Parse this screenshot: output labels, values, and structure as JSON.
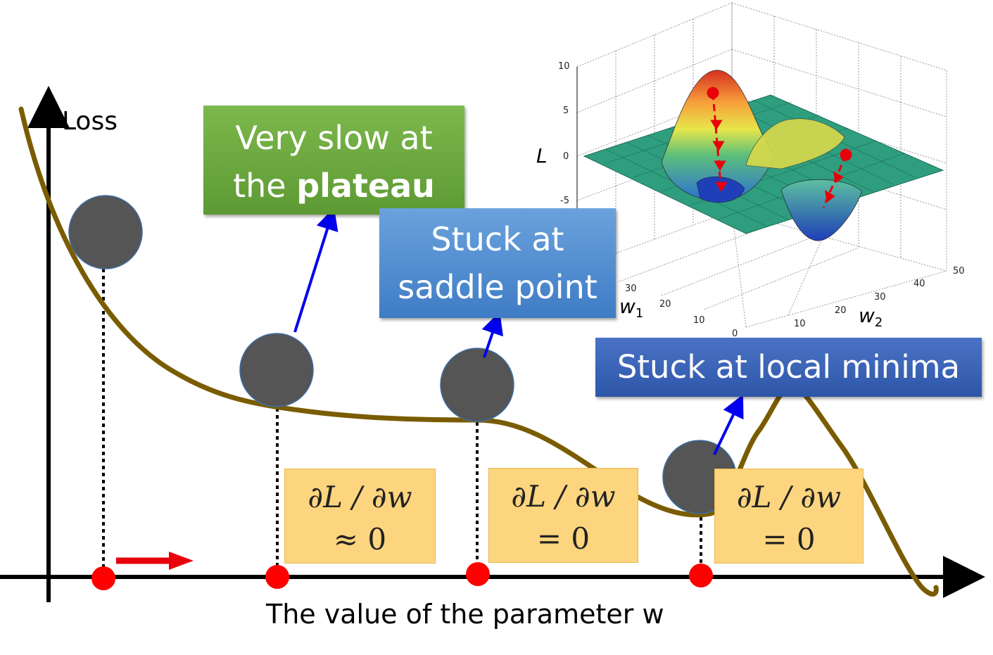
{
  "axes": {
    "y_label": "Loss",
    "x_label": "The value of the parameter w"
  },
  "callouts": {
    "plateau_line1": "Very slow at",
    "plateau_line2_prefix": "the ",
    "plateau_line2_bold": "plateau",
    "saddle_line1": "Stuck at",
    "saddle_line2": "saddle point",
    "local_min": "Stuck at local minima"
  },
  "derivatives": [
    {
      "top": "∂L / ∂w",
      "bottom": "≈ 0"
    },
    {
      "top": "∂L / ∂w",
      "bottom": "= 0"
    },
    {
      "top": "∂L / ∂w",
      "bottom": "= 0"
    }
  ],
  "surface_plot": {
    "z_label": "L",
    "w1_label": "w",
    "w1_sub": "1",
    "w2_label": "w",
    "w2_sub": "2",
    "z_ticks": [
      "10",
      "5",
      "0",
      "-5"
    ],
    "w1_ticks": [
      "30",
      "20",
      "10",
      "0"
    ],
    "w2_ticks": [
      "10",
      "20",
      "30",
      "40",
      "50"
    ]
  },
  "colors": {
    "curve": "#7a5c00",
    "ball": "#555555",
    "marker": "#ff0000",
    "pointer_arrow": "#0000ee"
  }
}
